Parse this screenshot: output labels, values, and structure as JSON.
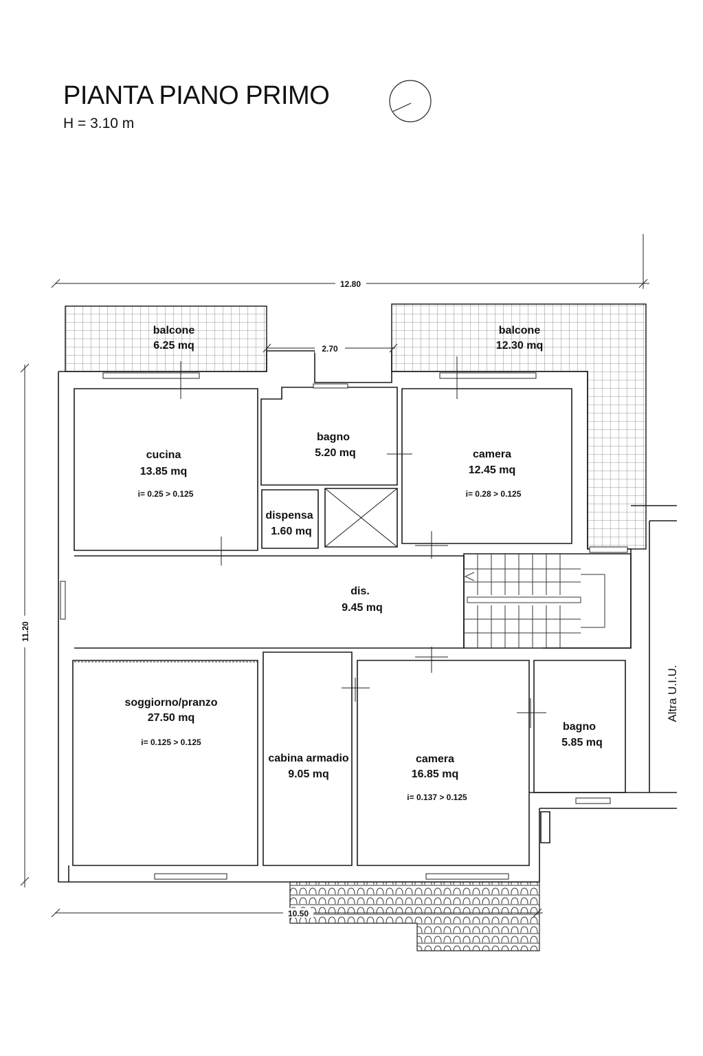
{
  "header": {
    "title": "PIANTA PIANO PRIMO",
    "height": "H = 3.10 m"
  },
  "dimensions": {
    "top_width": "12.80",
    "gap_width": "2.70",
    "bottom_width": "10.50",
    "left_height": "11.20"
  },
  "rooms": {
    "balcone_left": {
      "name": "balcone",
      "area": "6.25 mq"
    },
    "balcone_right": {
      "name": "balcone",
      "area": "12.30 mq"
    },
    "bagno_top": {
      "name": "bagno",
      "area": "5.20 mq"
    },
    "cucina": {
      "name": "cucina",
      "area": "13.85 mq",
      "ratio": "i= 0.25 > 0.125"
    },
    "camera_top": {
      "name": "camera",
      "area": "12.45 mq",
      "ratio": "i= 0.28 > 0.125"
    },
    "dispensa": {
      "name": "dispensa",
      "area": "1.60 mq"
    },
    "dis": {
      "name": "dis.",
      "area": "9.45 mq"
    },
    "soggiorno": {
      "name": "soggiorno/pranzo",
      "area": "27.50 mq",
      "ratio": "i= 0.125 > 0.125"
    },
    "cabina": {
      "name": "cabina armadio",
      "area": "9.05 mq"
    },
    "camera_bottom": {
      "name": "camera",
      "area": "16.85 mq",
      "ratio": "i= 0.137 > 0.125"
    },
    "bagno_bottom": {
      "name": "bagno",
      "area": "5.85 mq"
    }
  },
  "neighbor_label": "Altra U.I.U.",
  "colors": {
    "line": "#1a1a1a",
    "background": "#ffffff"
  }
}
